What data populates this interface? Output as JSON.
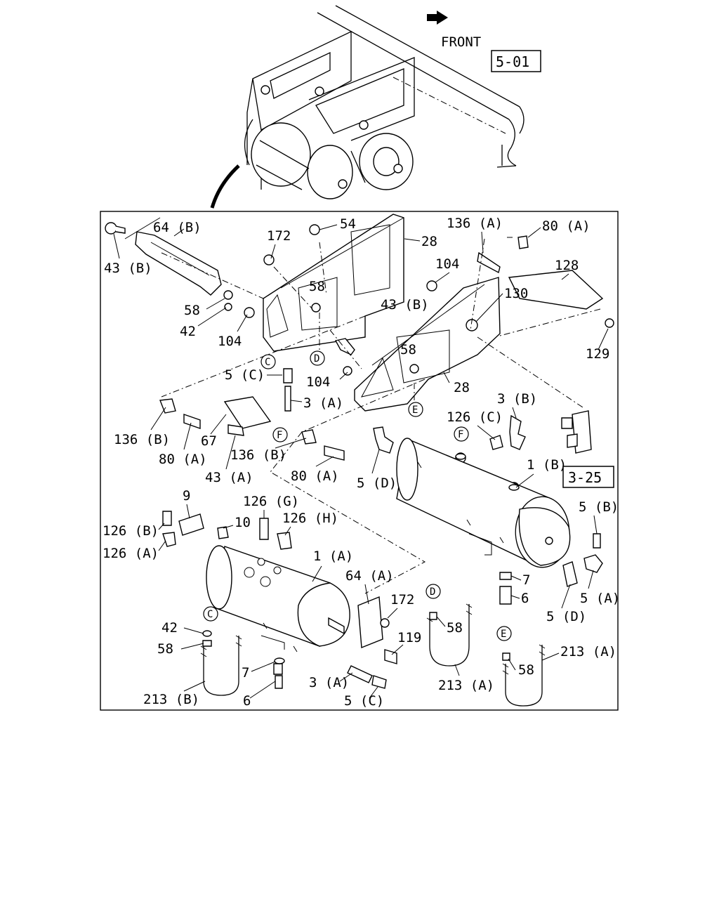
{
  "header": {
    "front_label": "FRONT",
    "ref_top": "5-01",
    "ref_side": "3-25"
  },
  "labels": {
    "l_64b": "64 (B)",
    "l_43b_top": "43 (B)",
    "l_172_top": "172",
    "l_54": "54",
    "l_28_top": "28",
    "l_136a": "136 (A)",
    "l_80a_top": "80 (A)",
    "l_128": "128",
    "l_104_top": "104",
    "l_130": "130",
    "l_58_mid": "58",
    "l_58_left": "58",
    "l_42_left": "42",
    "l_104_left": "104",
    "l_43b_mid": "43 (B)",
    "l_129": "129",
    "l_58_right": "58",
    "l_5c_top": "5 (C)",
    "l_104_mid": "104",
    "l_28_mid": "28",
    "l_3a_top": "3 (A)",
    "l_3b": "3 (B)",
    "l_126c": "126 (C)",
    "l_136b_left": "136 (B)",
    "l_67": "67",
    "l_80a_left": "80 (A)",
    "l_43a": "43 (A)",
    "l_136b_mid": "136 (B)",
    "l_80a_mid": "80 (A)",
    "l_5d_top": "5 (D)",
    "l_1b": "1 (B)",
    "l_9": "9",
    "l_126g": "126 (G)",
    "l_126h": "126 (H)",
    "l_10": "10",
    "l_126b": "126 (B)",
    "l_126a": "126 (A)",
    "l_5b": "5 (B)",
    "l_1a": "1 (A)",
    "l_64a": "64 (A)",
    "l_7_right": "7",
    "l_6_right": "6",
    "l_5a": "5 (A)",
    "l_172_bot": "172",
    "l_58_botmid": "58",
    "l_5d_bot": "5 (D)",
    "l_42_bot": "42",
    "l_58_botleft": "58",
    "l_119": "119",
    "l_213a_right": "213 (A)",
    "l_7_bot": "7",
    "l_58_botright": "58",
    "l_3a_bot": "3 (A)",
    "l_213a_mid": "213 (A)",
    "l_213b": "213 (B)",
    "l_6_bot": "6",
    "l_5c_bot": "5 (C)"
  },
  "markers": {
    "c1": "C",
    "d1": "D",
    "e1": "E",
    "f1": "F",
    "f2": "F",
    "c2": "C",
    "d2": "D",
    "e2": "E"
  }
}
